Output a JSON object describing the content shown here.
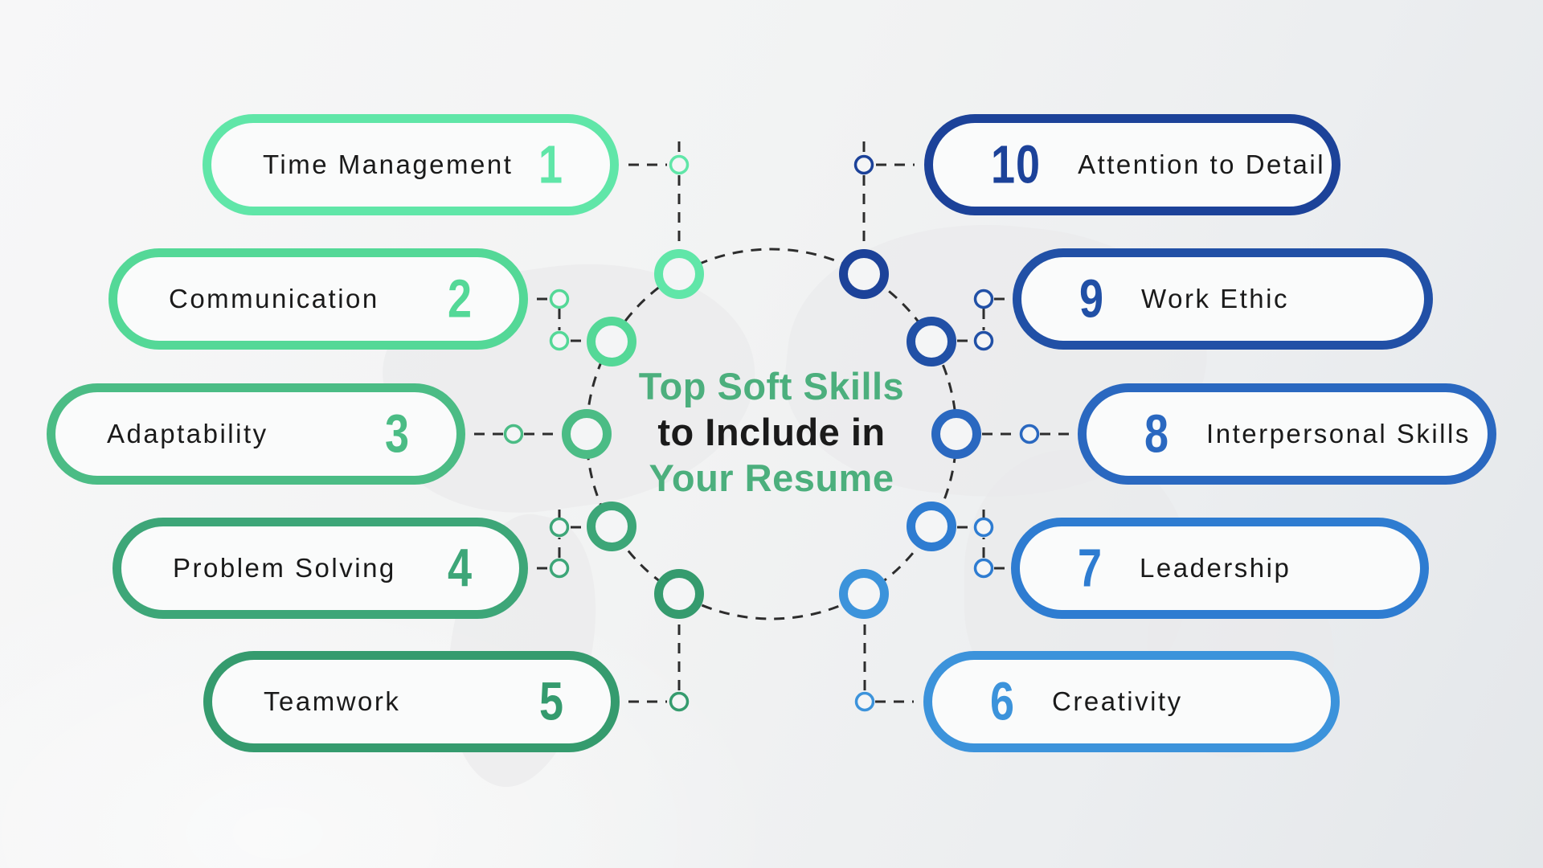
{
  "title": {
    "line1": "Top Soft Skills",
    "line2": "to Include in",
    "line3": "Your Resume",
    "accent_color": "#4CAF7D",
    "text_color": "#1A1A1A"
  },
  "skills": [
    {
      "number": "1",
      "label": "Time Management",
      "color": "#60E6A8"
    },
    {
      "number": "2",
      "label": "Communication",
      "color": "#54D897"
    },
    {
      "number": "3",
      "label": "Adaptability",
      "color": "#4BBC85"
    },
    {
      "number": "4",
      "label": "Problem Solving",
      "color": "#3DA678"
    },
    {
      "number": "5",
      "label": "Teamwork",
      "color": "#359B6E"
    },
    {
      "number": "6",
      "label": "Creativity",
      "color": "#3C93DB"
    },
    {
      "number": "7",
      "label": "Leadership",
      "color": "#2E7CD1"
    },
    {
      "number": "8",
      "label": "Interpersonal Skills",
      "color": "#2A68C0"
    },
    {
      "number": "9",
      "label": "Work Ethic",
      "color": "#2150A6"
    },
    {
      "number": "10",
      "label": "Attention to Detail",
      "color": "#1C4299"
    }
  ],
  "connector_color": "#2D2D2D",
  "background": {
    "watermark": "#E9EAEB",
    "pill_fill": "#FAFBFB",
    "node_fill": "#F4F5F6"
  }
}
